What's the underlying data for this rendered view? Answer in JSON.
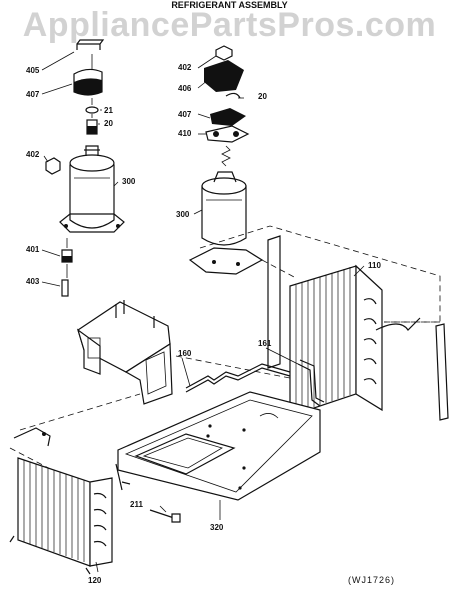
{
  "watermark": "AppliancePartsPros.com",
  "title": "REFRIGERANT ASSEMBLY",
  "diagram_code": "(WJ1726)",
  "labels": {
    "p405": "405",
    "p407a": "407",
    "p21": "21",
    "p20a": "20",
    "p402a": "402",
    "p300a": "300",
    "p401": "401",
    "p403": "403",
    "p402b": "402",
    "p406": "406",
    "p20b": "20",
    "p407b": "407",
    "p410": "410",
    "p300b": "300",
    "p110": "110",
    "p160": "160",
    "p161": "161",
    "p211": "211",
    "p320": "320",
    "p120": "120"
  }
}
